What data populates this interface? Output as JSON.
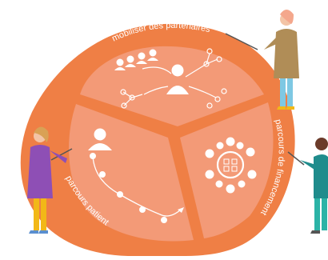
{
  "diagram": {
    "segments": [
      {
        "id": "top",
        "label": "mobiliser des partenaires"
      },
      {
        "id": "right",
        "label": "parcours de financement"
      },
      {
        "id": "left",
        "label": "parcours patient"
      }
    ],
    "colors": {
      "outer": "#ef7f45",
      "sector": "#f39a77",
      "sector_deep": "#f08a62",
      "icon": "#ffffff"
    }
  }
}
